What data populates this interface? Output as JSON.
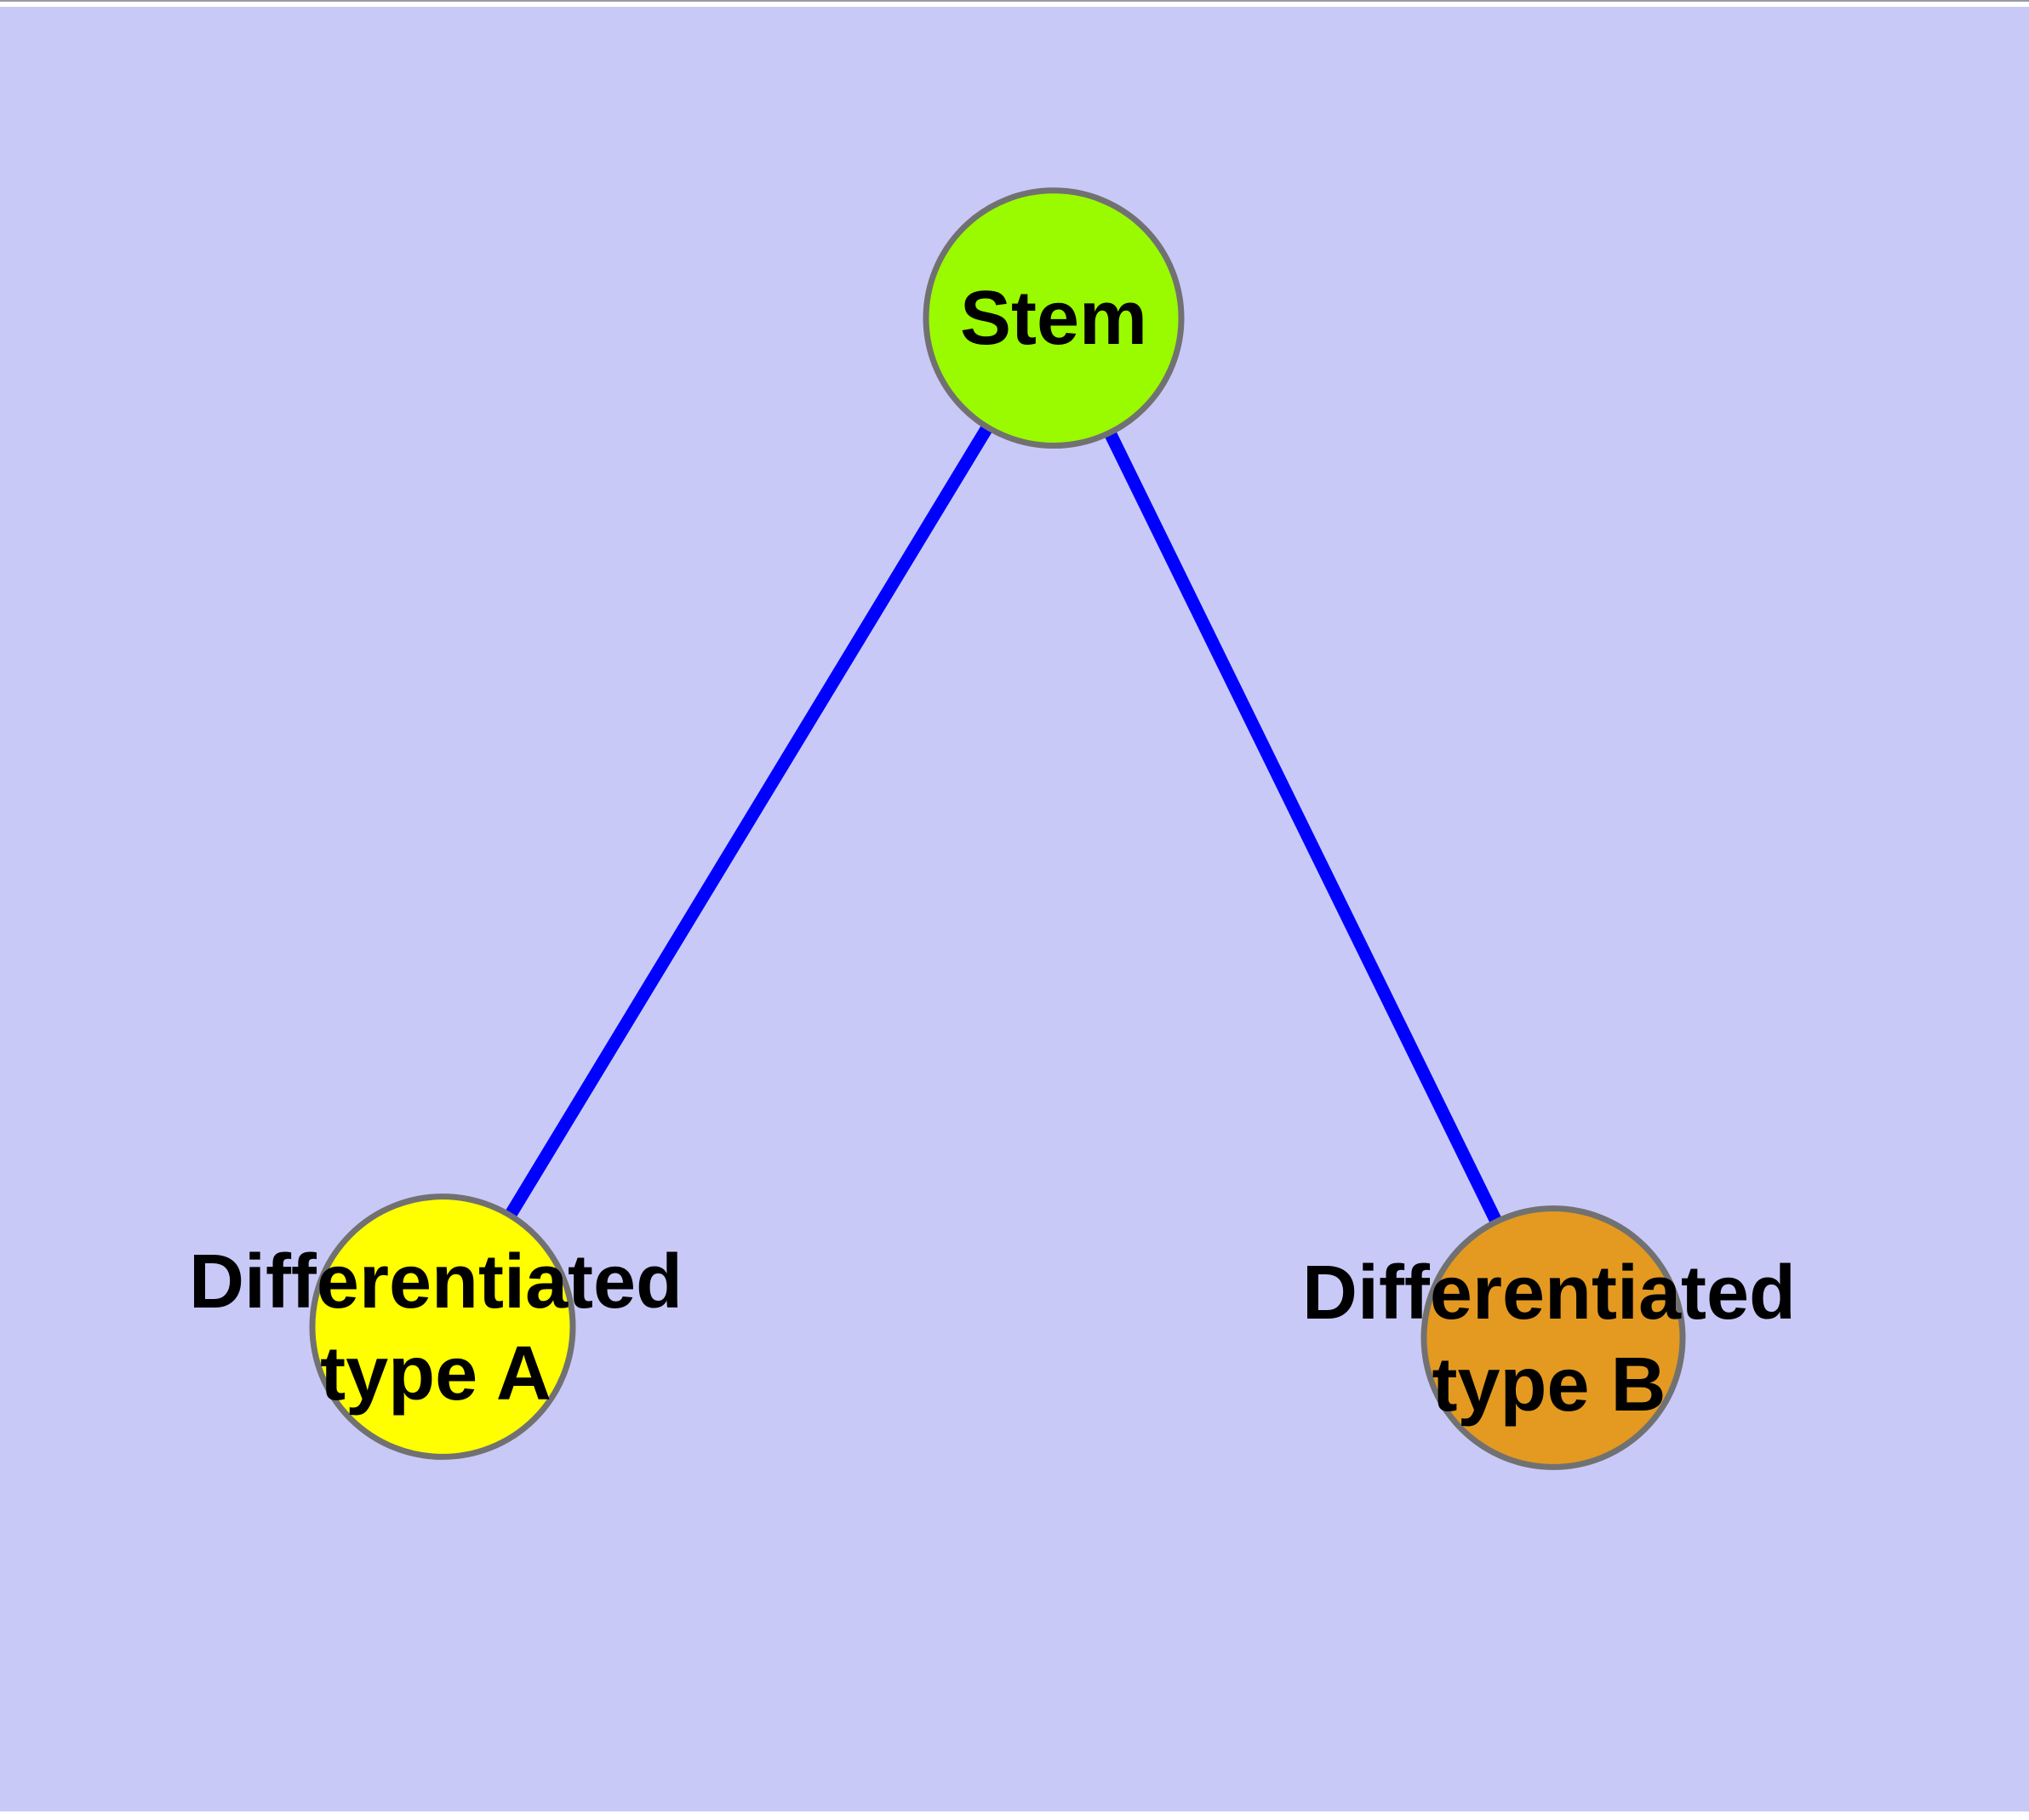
{
  "figure": {
    "type": "node-link-graph",
    "background_color": "#c9c9f8",
    "edge_color": "#0000ff",
    "node_border_color": "#717171",
    "label_color": "#000000",
    "nodes": [
      {
        "id": "stem",
        "label_lines": [
          "Stem"
        ],
        "fill_color": "#9afa00"
      },
      {
        "id": "differentiated-type-a",
        "label_lines": [
          "Differentiated",
          "type A"
        ],
        "fill_color": "#ffff00"
      },
      {
        "id": "differentiated-type-b",
        "label_lines": [
          "Differentiated",
          "type B"
        ],
        "fill_color": "#e49a20"
      }
    ],
    "edges": [
      {
        "from": "stem",
        "to": "differentiated-type-a"
      },
      {
        "from": "stem",
        "to": "differentiated-type-b"
      }
    ]
  }
}
